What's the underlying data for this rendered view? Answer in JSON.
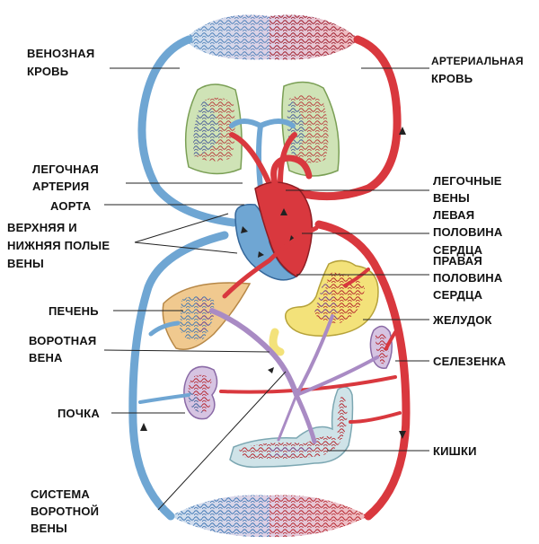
{
  "labels": {
    "venous_blood": [
      "ВЕНОЗНАЯ",
      "КРОВЬ"
    ],
    "arterial_blood": [
      "АРТЕРИАЛЬНАЯ",
      "КРОВЬ"
    ],
    "pulmonary_artery": [
      "ЛЕГОЧНАЯ",
      "АРТЕРИЯ"
    ],
    "aorta": [
      "АОРТА"
    ],
    "venae_cavae": [
      "ВЕРХНЯЯ И",
      "НИЖНЯЯ ПОЛЫЕ",
      "ВЕНЫ"
    ],
    "pulmonary_veins": [
      "ЛЕГОЧНЫЕ",
      "ВЕНЫ"
    ],
    "left_heart": [
      "ЛЕВАЯ",
      "ПОЛОВИНА",
      "СЕРДЦА"
    ],
    "right_heart": [
      "ПРАВАЯ",
      "ПОЛОВИНА",
      "СЕРДЦА"
    ],
    "liver": [
      "ПЕЧЕНЬ"
    ],
    "stomach": [
      "ЖЕЛУДОК"
    ],
    "portal_vein": [
      "ВОРОТНАЯ",
      "ВЕНА"
    ],
    "spleen": [
      "СЕЛЕЗЕНКА"
    ],
    "kidney": [
      "ПОЧКА"
    ],
    "intestines": [
      "КИШКИ"
    ],
    "portal_system": [
      "СИСТЕМА",
      "ВОРОТНОЙ",
      "ВЕНЫ"
    ]
  },
  "colors": {
    "vein": "#6fa6d3",
    "artery": "#d9383e",
    "portal": "#a98bc4",
    "lung": "#cfe3b6",
    "liver": "#f0c98f",
    "stomach": "#f3e27a",
    "kidney": "#d6c4e2",
    "intestine": "#cfe3e8"
  }
}
